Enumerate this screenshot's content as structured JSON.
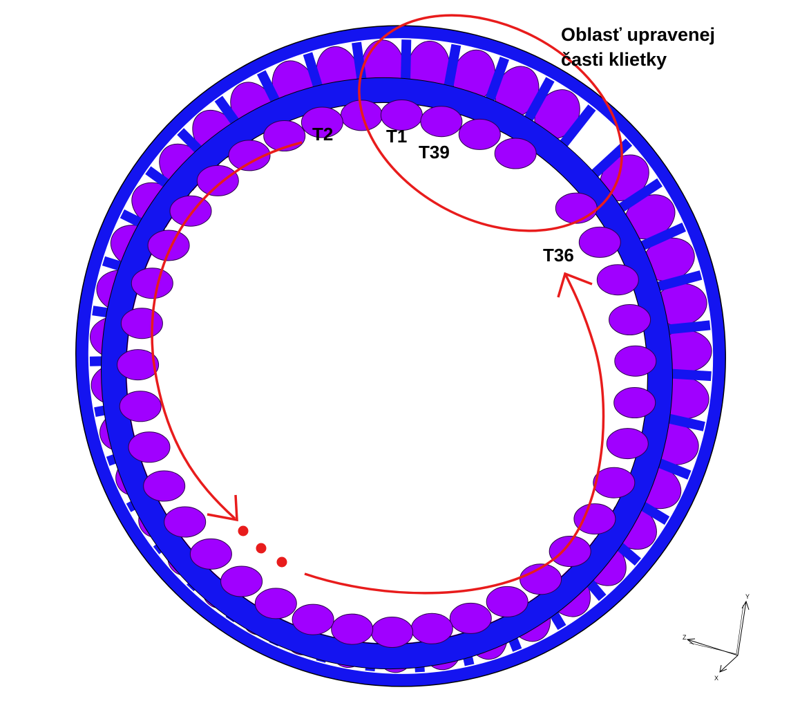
{
  "annotation": {
    "line1": "Oblasť upravenej",
    "line2": "časti klietky"
  },
  "labels": {
    "t1": "T1",
    "t2": "T2",
    "t39": "T39",
    "t36": "T36"
  },
  "axes": {
    "x": "X",
    "y": "Y",
    "z": "Z"
  },
  "colors": {
    "cage": "#1414f0",
    "cage_dark": "#0a0ab4",
    "roller": "#a000ff",
    "roller_dark": "#7a00c8",
    "annotation": "#e81c1c",
    "background": "#ffffff"
  },
  "roller_count": 39,
  "empty_pockets_count": 2
}
